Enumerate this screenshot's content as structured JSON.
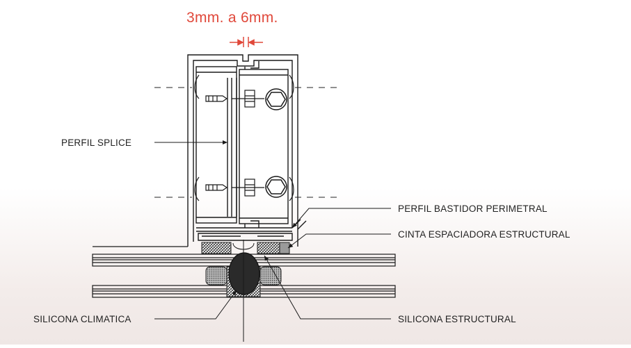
{
  "dimension": {
    "text": "3mm. a 6mm.",
    "color": "#e0483a"
  },
  "labels": {
    "perfil_splice": "PERFIL  SPLICE",
    "perfil_bastidor": "PERFIL BASTIDOR PERIMETRAL",
    "cinta_espaciadora": "CINTA ESPACIADORA ESTRUCTURAL",
    "silicona_climatica": "SILICONA CLIMATICA",
    "silicona_estructural": "SILICONA ESTRUCTURAL"
  },
  "colors": {
    "line": "#1a1a1a",
    "background_bottom": "#efe7e5"
  }
}
